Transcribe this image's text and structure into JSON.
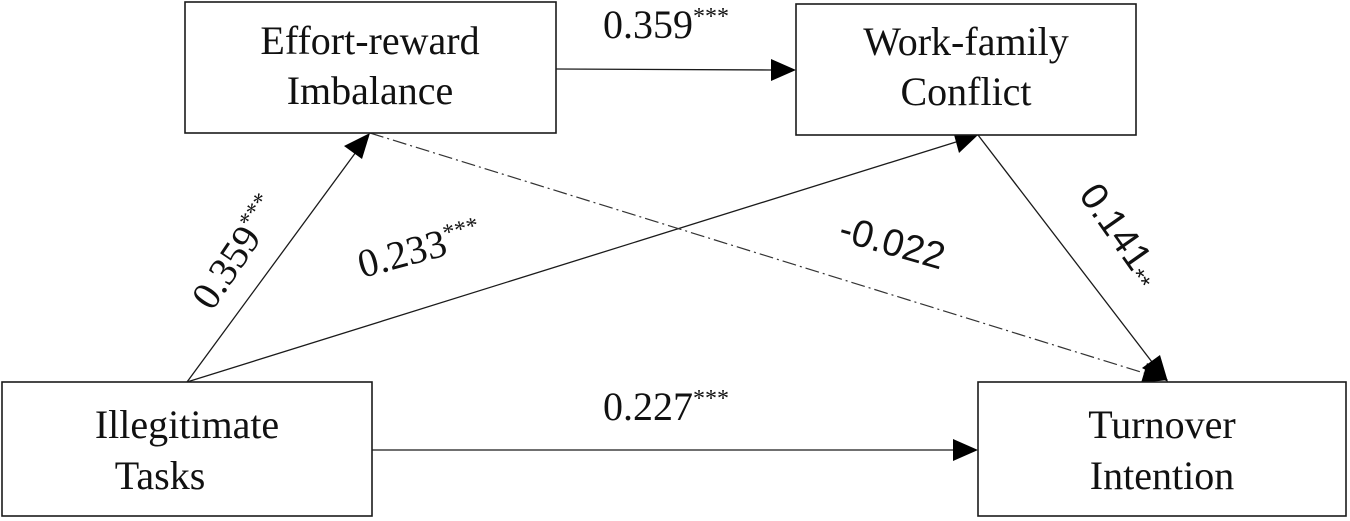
{
  "nodes": {
    "effort_reward": {
      "line1": "Effort-reward",
      "line2": "Imbalance"
    },
    "work_family": {
      "line1": "Work-family",
      "line2": "Conflict"
    },
    "illegitimate": {
      "line1": "Illegitimate",
      "line2": "Tasks"
    },
    "turnover": {
      "line1": "Turnover",
      "line2": "Intention"
    }
  },
  "paths": {
    "effort_to_work": {
      "value": "0.359",
      "sig": "***"
    },
    "tasks_to_effort": {
      "value": "0.359",
      "sig": "***"
    },
    "tasks_to_work": {
      "value": "0.233",
      "sig": "***"
    },
    "effort_to_turnover": {
      "value": "-0.022",
      "sig": ""
    },
    "work_to_turnover": {
      "value": "0.141",
      "sig": "**"
    },
    "tasks_to_turnover": {
      "value": "0.227",
      "sig": "***"
    }
  }
}
